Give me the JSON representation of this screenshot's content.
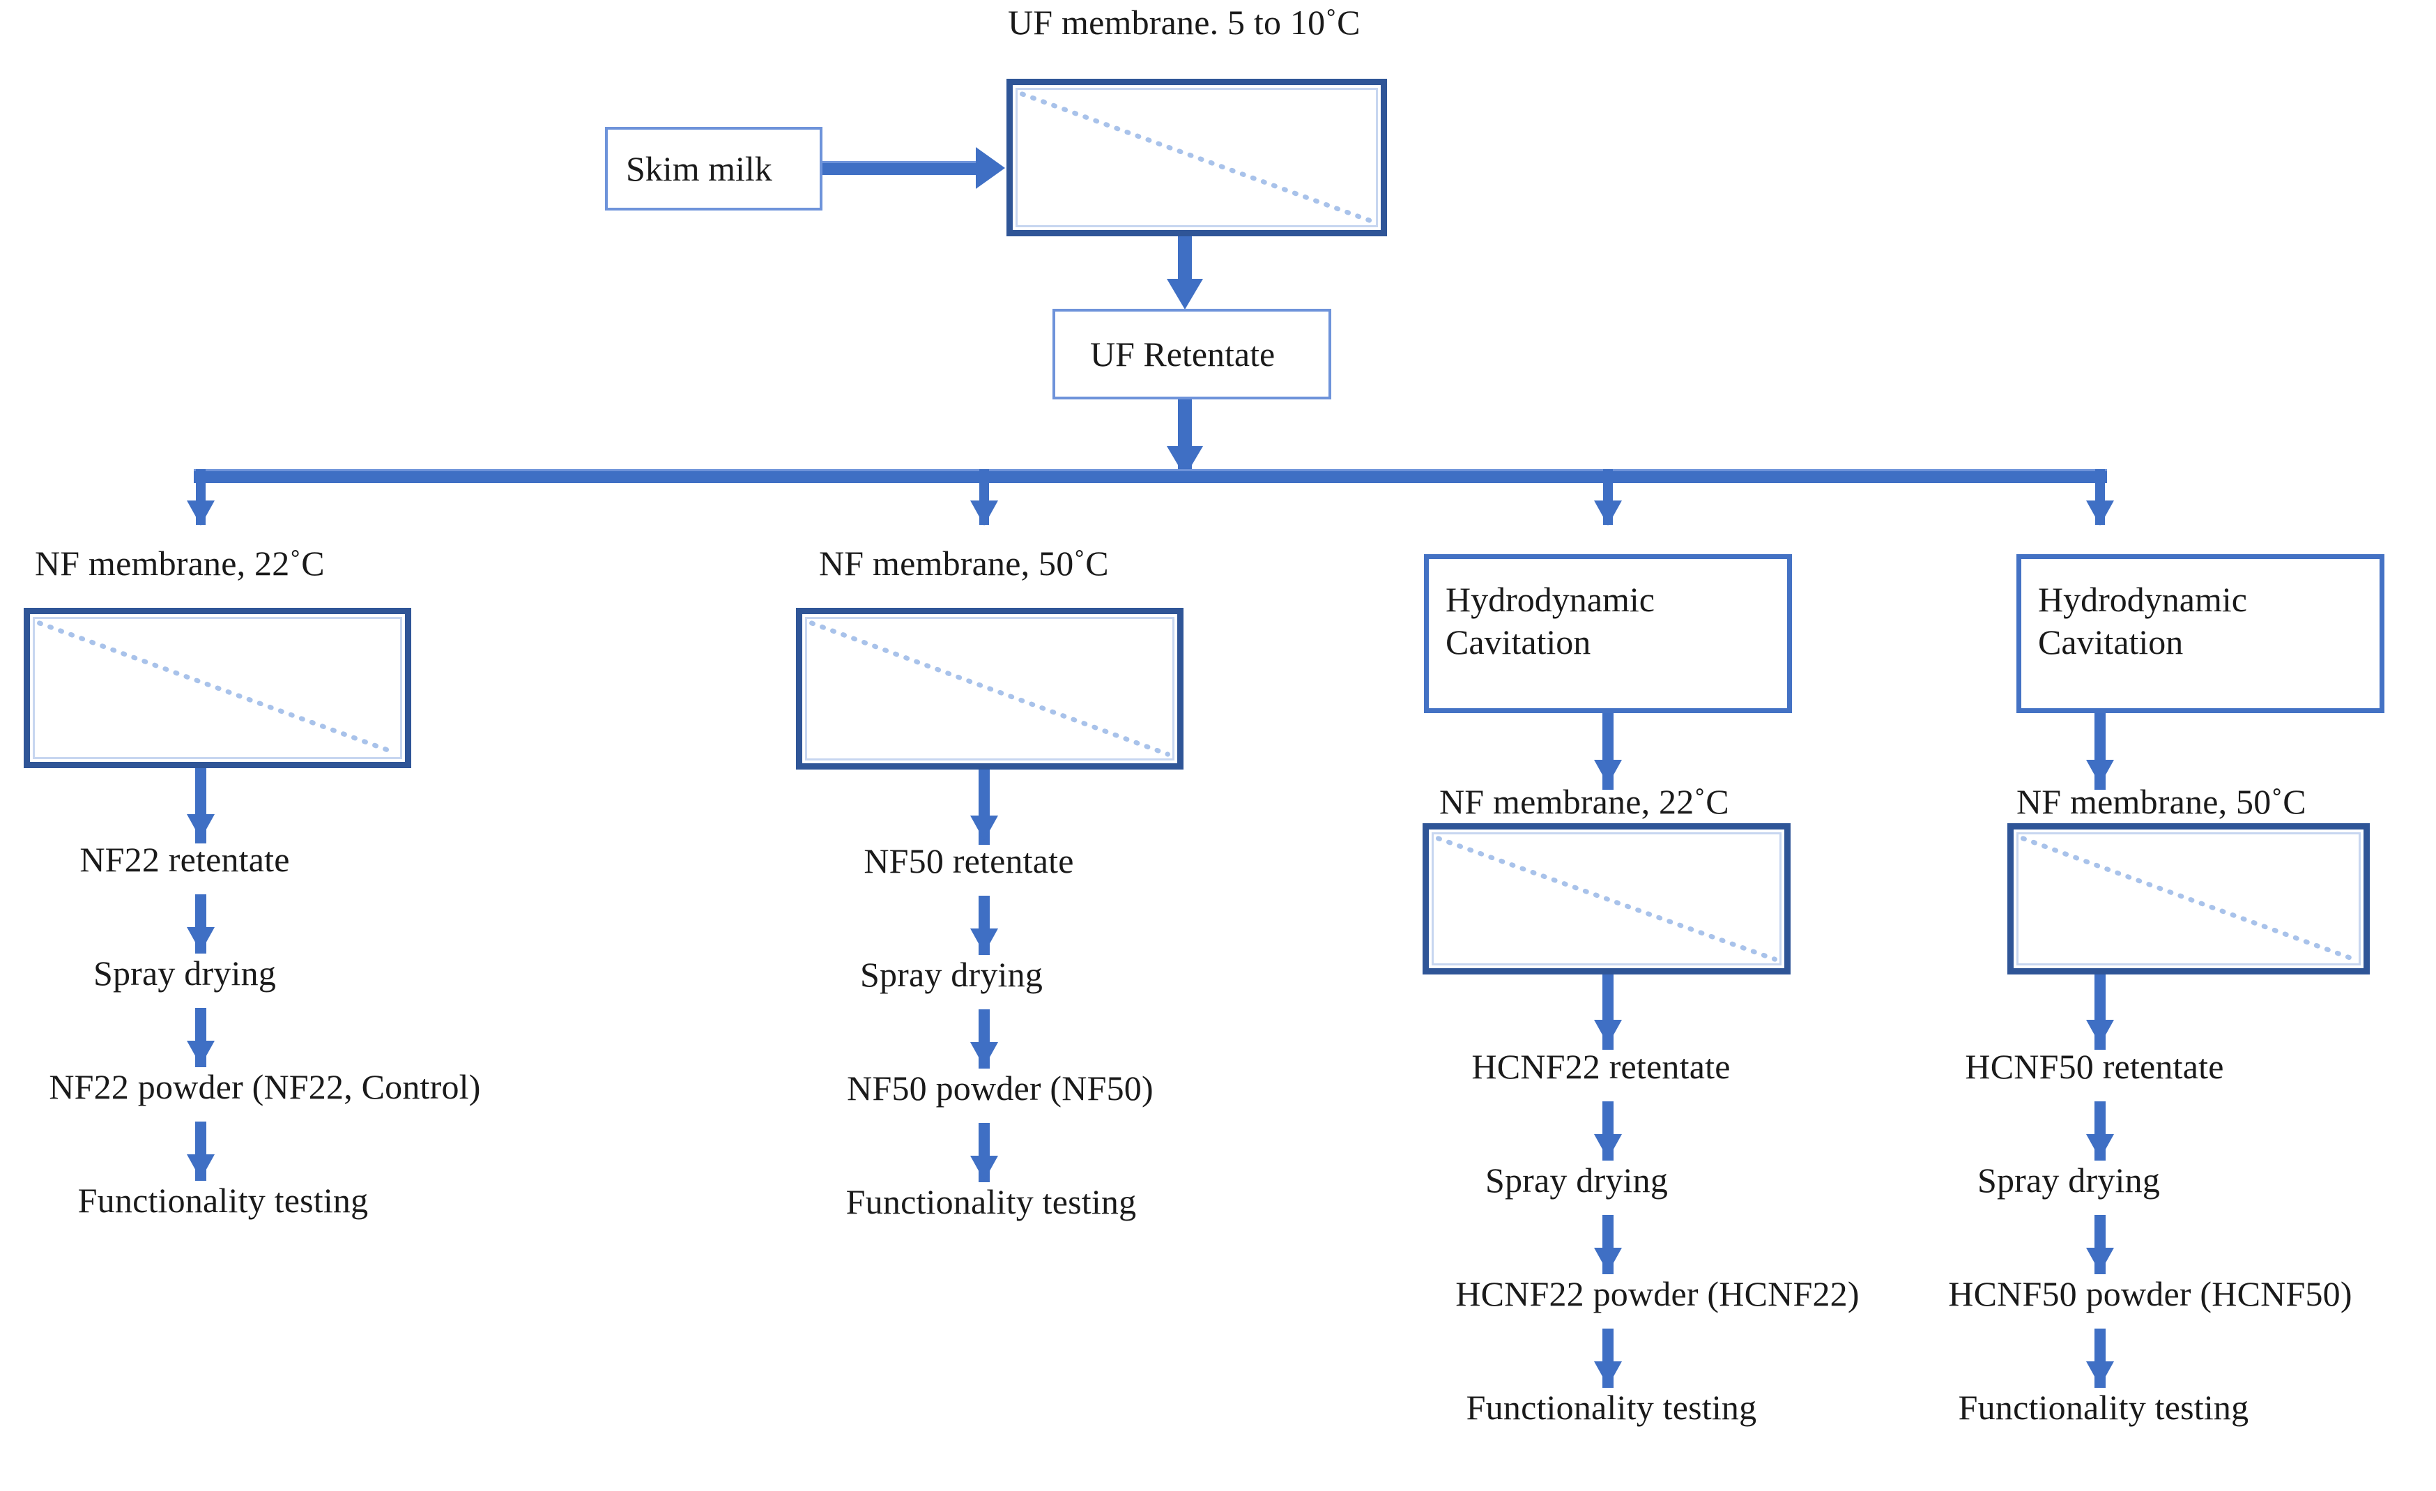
{
  "diagram": {
    "title": "Milk processing flow diagram",
    "colors": {
      "membrane_border": "#2F5597",
      "hc_border": "#4472C4",
      "light_border": "#6E93DA",
      "arrow": "#3F6FC4",
      "diagonal": "#A8C2EA",
      "text": "#1a1a1a",
      "background": "#FFFFFF"
    },
    "nodes": {
      "skim_milk": "Skim milk",
      "uf_membrane_label": "UF membrane. 5 to 10˚C",
      "uf_retentate": "UF Retentate"
    },
    "branches": [
      {
        "id": "nf22",
        "membrane_label": "NF membrane, 22˚C",
        "steps": [
          "NF22 retentate",
          "Spray drying",
          "NF22 powder (NF22, Control)",
          "Functionality testing"
        ]
      },
      {
        "id": "nf50",
        "membrane_label": "NF membrane, 50˚C",
        "steps": [
          "NF50 retentate",
          "Spray drying",
          "NF50 powder (NF50)",
          "Functionality testing"
        ]
      },
      {
        "id": "hcnf22",
        "cavitation_label": "Hydrodynamic\nCavitation",
        "membrane_label": "NF membrane, 22˚C",
        "steps": [
          "HCNF22 retentate",
          "Spray drying",
          "HCNF22 powder (HCNF22)",
          "Functionality testing"
        ]
      },
      {
        "id": "hcnf50",
        "cavitation_label": "Hydrodynamic\nCavitation",
        "membrane_label": "NF membrane, 50˚C",
        "steps": [
          "HCNF50 retentate",
          "Spray drying",
          "HCNF50 powder (HCNF50)",
          "Functionality testing"
        ]
      }
    ]
  }
}
